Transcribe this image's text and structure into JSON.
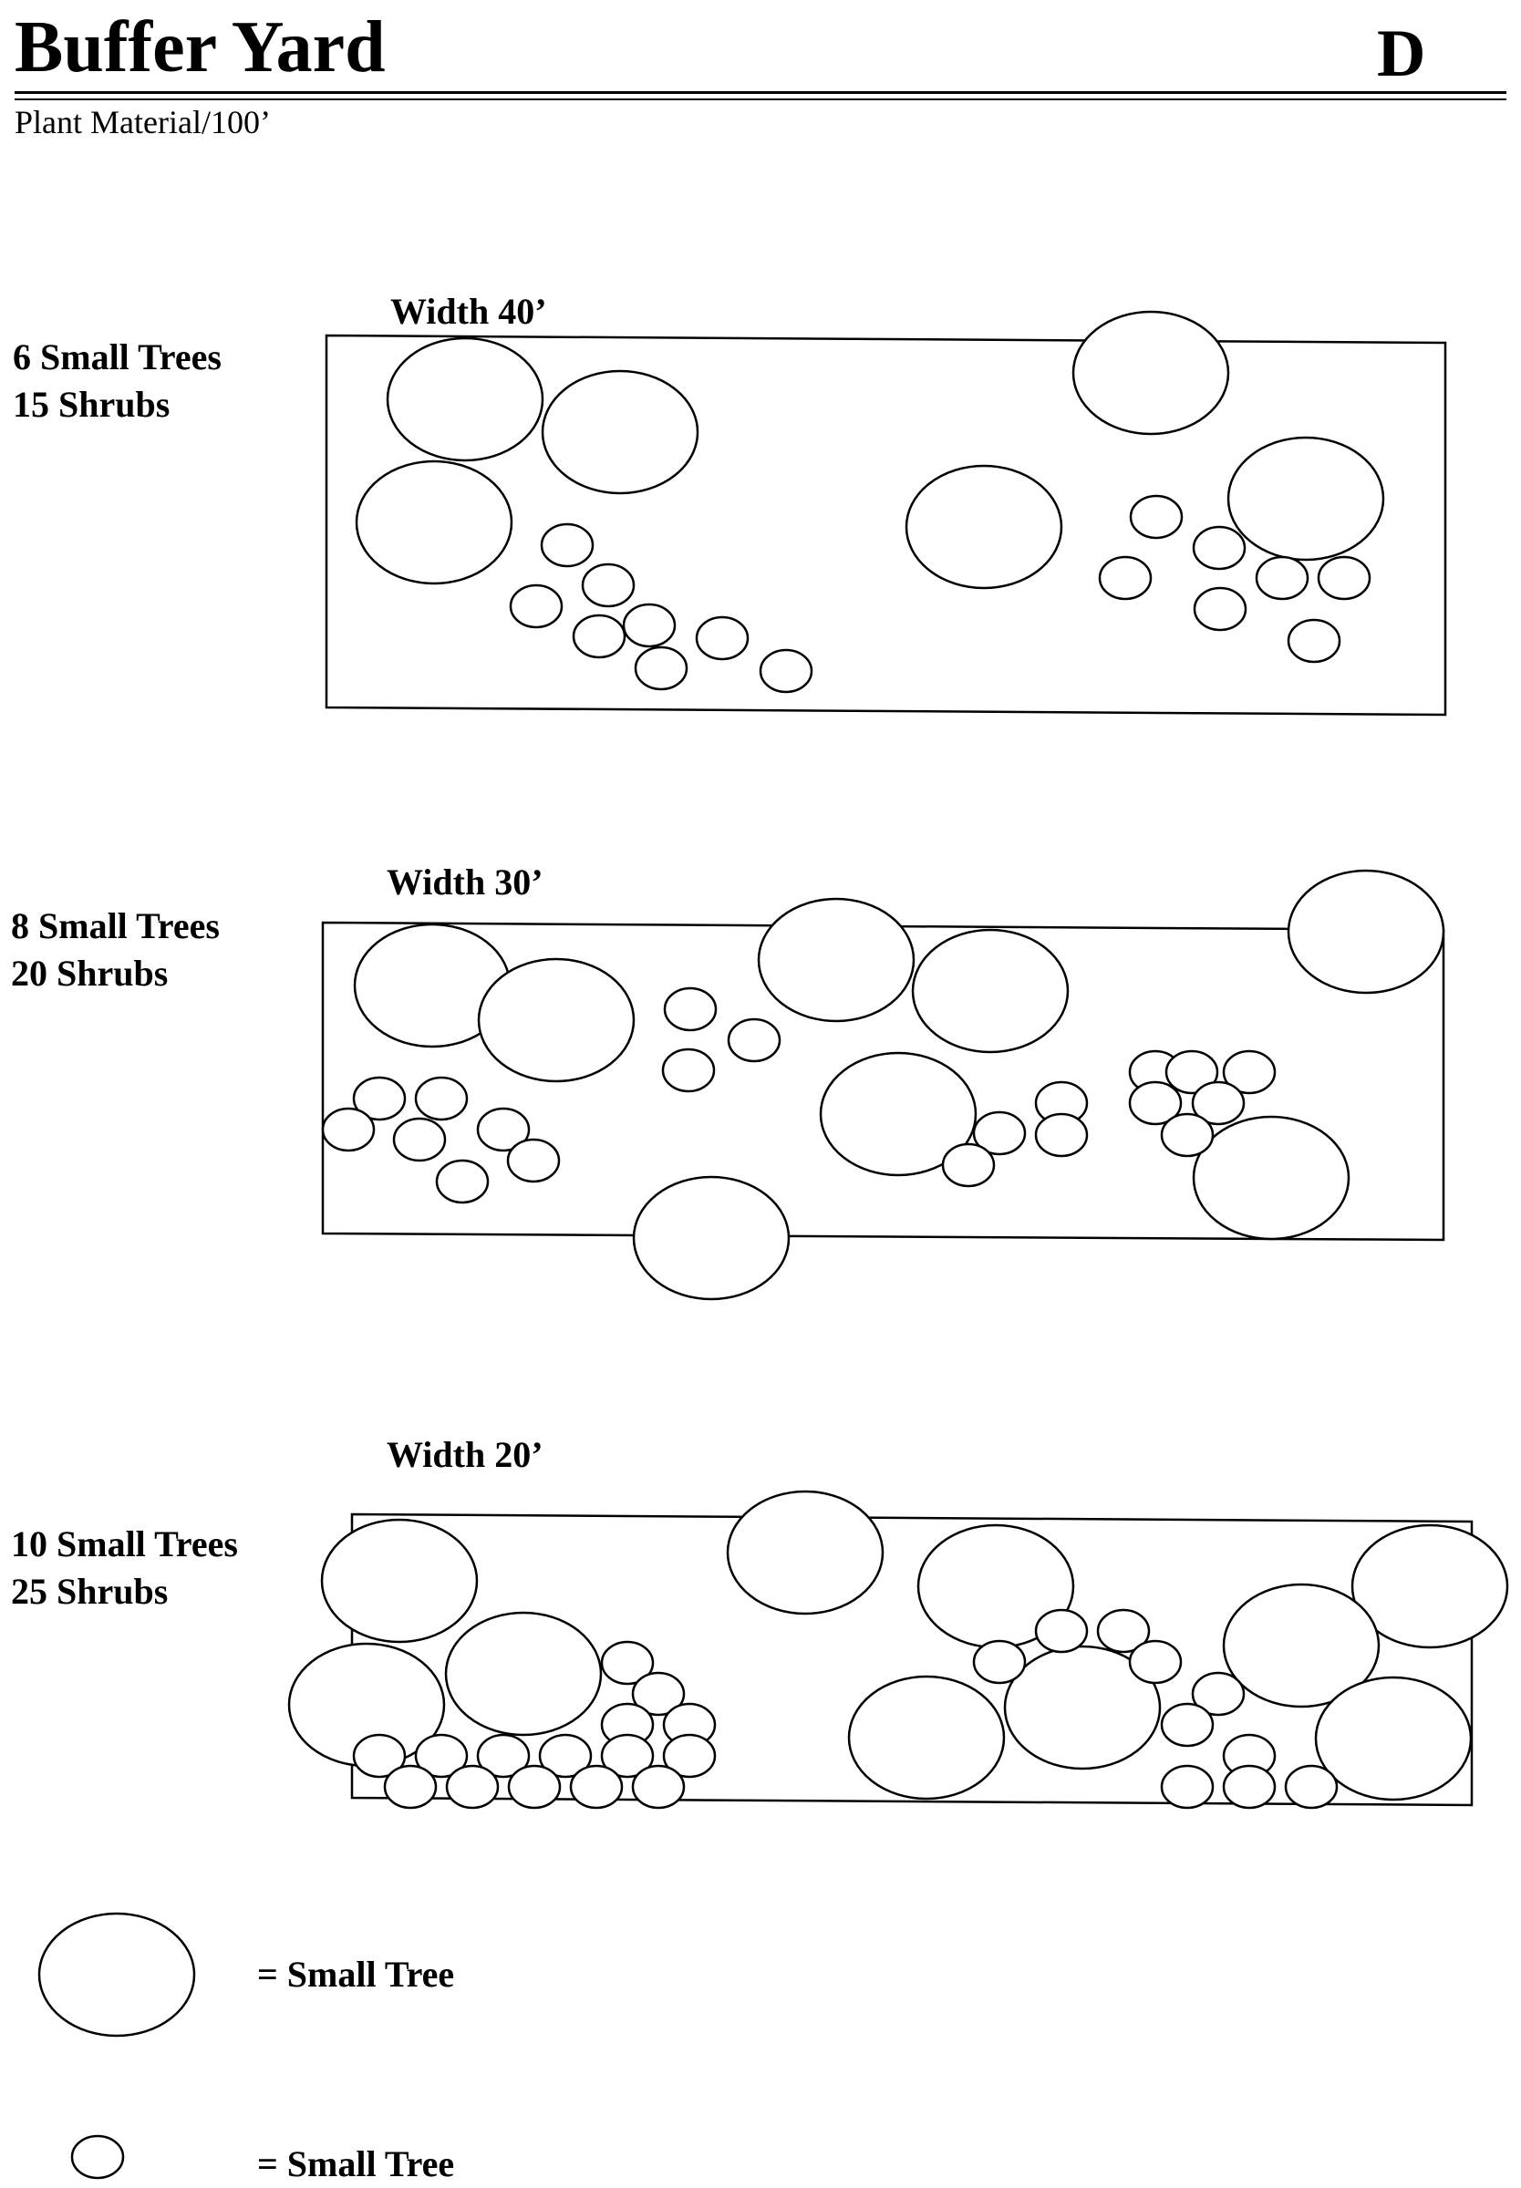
{
  "header": {
    "title": "Buffer Yard",
    "letter": "D",
    "subtitle": "Plant Material/100’"
  },
  "panels": [
    {
      "width_label": "Width 40’",
      "trees": "6 Small Trees",
      "shrubs": "15 Shrubs"
    },
    {
      "width_label": "Width 30’",
      "trees": "8 Small Trees",
      "shrubs": "20 Shrubs"
    },
    {
      "width_label": "Width 20’",
      "trees": "10 Small Trees",
      "shrubs": "25 Shrubs"
    }
  ],
  "legend": [
    {
      "text": "= Small Tree",
      "symbol": "large-circle"
    },
    {
      "text": "= Small Tree",
      "symbol": "small-circle"
    }
  ]
}
